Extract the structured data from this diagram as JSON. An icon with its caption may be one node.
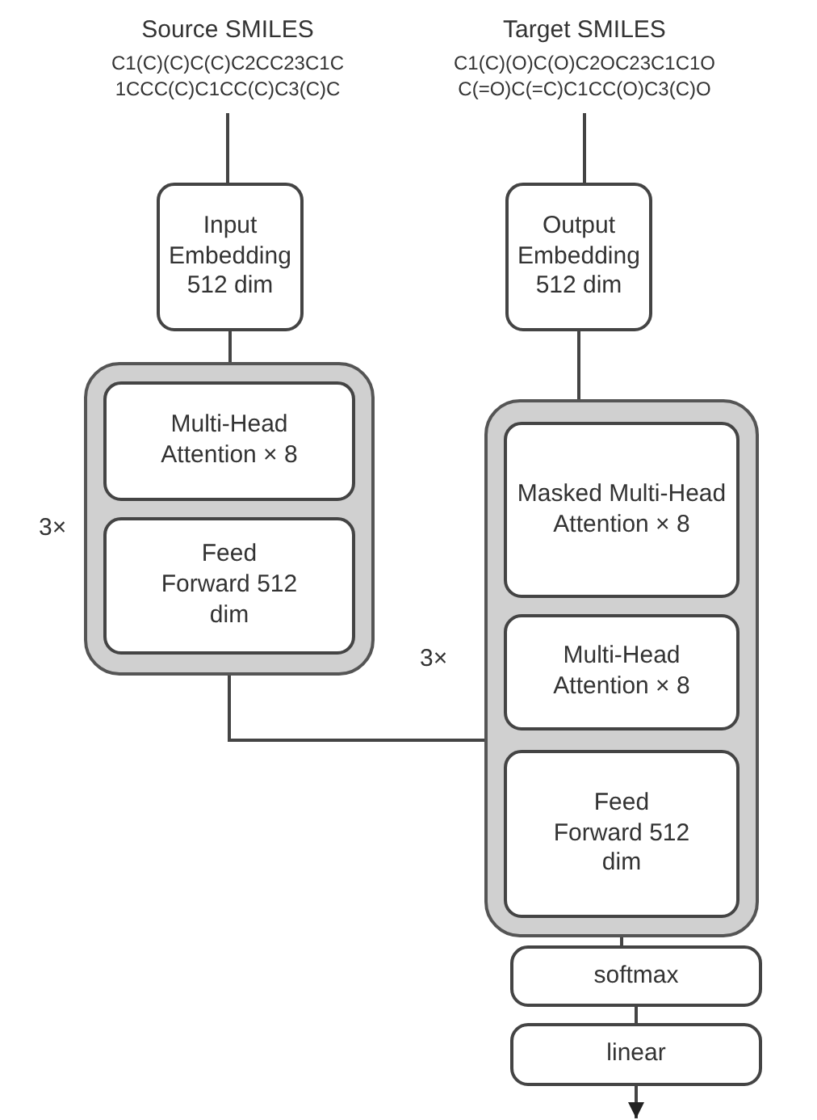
{
  "diagram": {
    "nodes": [
      {
        "text": [
          "Source SMILES",
          "C1(C)(C)C(C)C2CC23C1C",
          "1CCC(C)C1CC(C)C3(C)C"
        ]
      },
      {
        "text": [
          "Input Embedding 512 dim"
        ]
      },
      {
        "text": [],
        "shape": "box",
        "beside": [
          "3×"
        ]
      },
      {
        "text": [
          "Multi-Head Attention × 8"
        ],
        "in": 2
      },
      {
        "text": [
          "Feed Forward 512 dim"
        ],
        "in": 2
      },
      {
        "text": [
          "Target SMILES",
          "C1(C)(O)C(O)C2OC23C1C1O",
          "C(=O)C(=C)C1CC(O)C3(C)O"
        ]
      },
      {
        "text": [
          "Output Embedding 512 dim"
        ]
      },
      {
        "text": [],
        "shape": "box",
        "beside": [
          "3×"
        ]
      },
      {
        "text": [
          "Masked Multi-Head Attention × 8"
        ],
        "in": 7
      },
      {
        "text": [
          "Multi-Head Attention × 8"
        ],
        "in": 7
      },
      {
        "text": [
          "Feed Forward 512 dim"
        ],
        "in": 7
      },
      {
        "text": [
          "softmax"
        ]
      },
      {
        "text": [
          "linear"
        ]
      }
    ],
    "edges": [
      {
        "from": 0,
        "to": 1,
        "arrow": "none"
      },
      {
        "from": 1,
        "to": 2,
        "arrow": "none"
      },
      {
        "from": 5,
        "to": 6,
        "arrow": "none"
      },
      {
        "from": 6,
        "to": 7,
        "arrow": "none"
      },
      {
        "from": 2,
        "to": 7,
        "arrow": "none"
      },
      {
        "from": 7,
        "to": 11,
        "arrow": "none"
      },
      {
        "from": 11,
        "to": 12,
        "arrow": "none"
      },
      {
        "from": 12,
        "to": null,
        "arrow": "to"
      }
    ]
  }
}
